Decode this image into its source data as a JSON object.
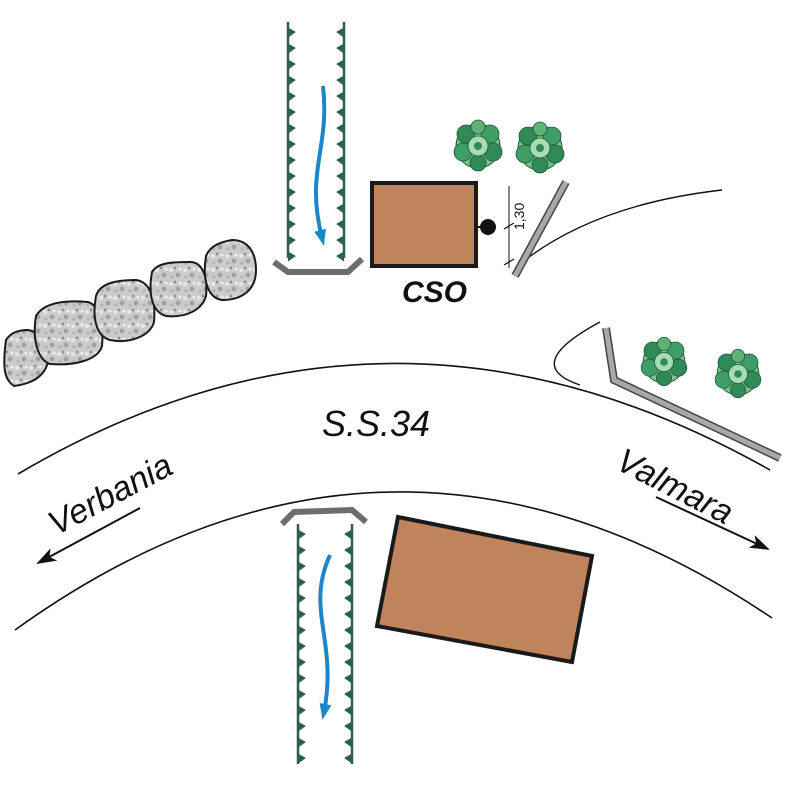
{
  "labels": {
    "road": "S.S.34",
    "town_left": "Verbania",
    "town_right": "Valmara",
    "structure": "CSO",
    "dimension": "1,30"
  },
  "colors": {
    "building": "#c0845c",
    "building_stroke": "#1a1a1a",
    "channel_edge": "#2f5e52",
    "flow_arrow": "#1f86c6",
    "tree_light": "#7cc38b",
    "tree_dark": "#2f8a57",
    "barrier": "#a8a8a8",
    "wall_stone": "#c8cbc8",
    "line": "#111111"
  },
  "icons": [
    "stone-wall-icon",
    "tree-icon",
    "flow-arrow-icon",
    "manhole-icon",
    "direction-arrow-icon"
  ]
}
